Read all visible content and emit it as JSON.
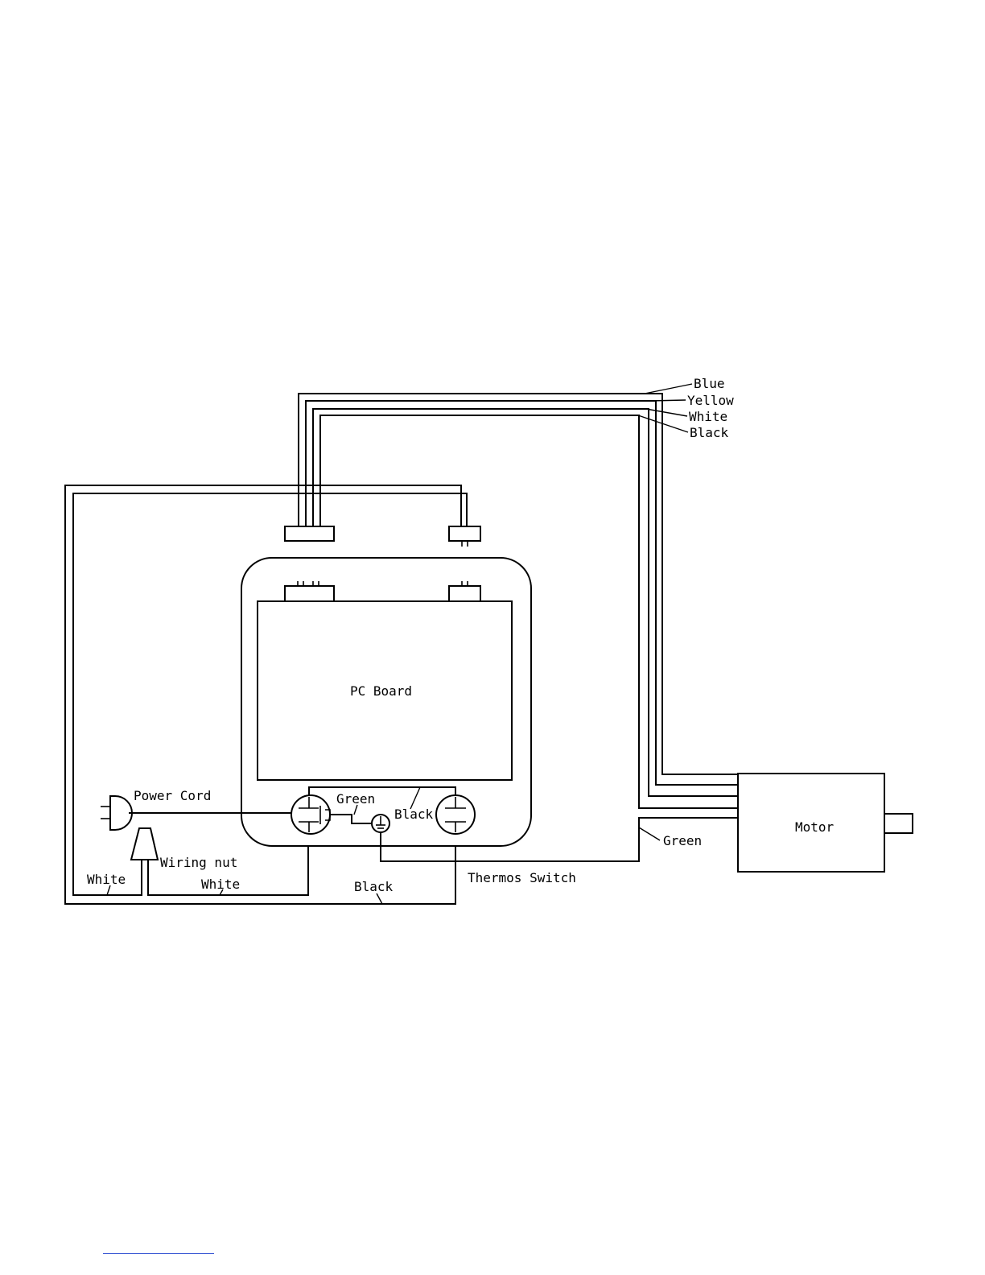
{
  "labels": {
    "pc_board": "PC Board",
    "power_cord": "Power Cord",
    "wiring_nut": "Wiring nut",
    "motor": "Motor",
    "thermos_switch": "Thermos Switch",
    "green_top": "Green",
    "black_top": "Black",
    "green_motor": "Green",
    "white_left": "White",
    "white_bottom": "White",
    "black_bottom": "Black",
    "blue": "Blue",
    "yellow": "Yellow",
    "white_cable": "White",
    "black_cable": "Black"
  },
  "colors": {
    "line": "#000000",
    "background": "#ffffff",
    "footer_rule": "#2a4bd0"
  }
}
